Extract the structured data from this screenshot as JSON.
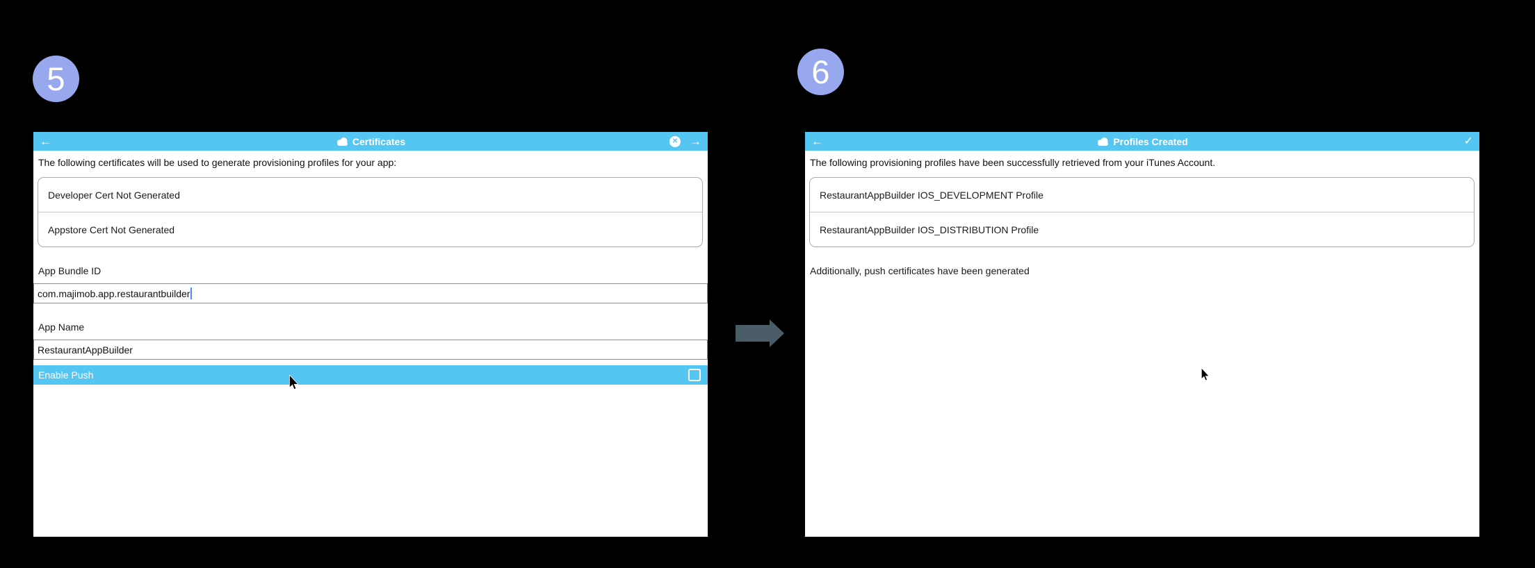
{
  "page": {
    "background": "#000000"
  },
  "colors": {
    "header_blue": "#55c6f1",
    "row_highlight_blue": "#55c6f1",
    "badge_periwinkle": "#97a8ef",
    "flow_arrow_gray": "#4a5c68",
    "caret_blue": "#4a8cf7",
    "dialog_background": "#ffffff"
  },
  "icons": {
    "back_arrow": "←",
    "forward_arrow": "→",
    "cancel_x": "✕",
    "checkmark": "✓"
  },
  "step5": {
    "badge": "5",
    "dialog": {
      "title": "Certificates",
      "intro": "The following certificates will be used to generate provisioning profiles for your app:",
      "cert_list": [
        "Developer Cert Not Generated",
        "Appstore Cert Not Generated"
      ],
      "fields": [
        {
          "label": "App Bundle ID",
          "value": "com.majimob.app.restaurantbuilder"
        },
        {
          "label": "App Name",
          "value": "RestaurantAppBuilder"
        }
      ],
      "enable_push": {
        "label": "Enable Push",
        "checked": false
      }
    }
  },
  "step6": {
    "badge": "6",
    "dialog": {
      "title": "Profiles Created",
      "intro": "The following provisioning profiles have been successfully retrieved from your iTunes Account.",
      "profiles": [
        "RestaurantAppBuilder IOS_DEVELOPMENT Profile",
        "RestaurantAppBuilder IOS_DISTRIBUTION Profile"
      ],
      "note": "Additionally, push certificates have been generated"
    }
  }
}
